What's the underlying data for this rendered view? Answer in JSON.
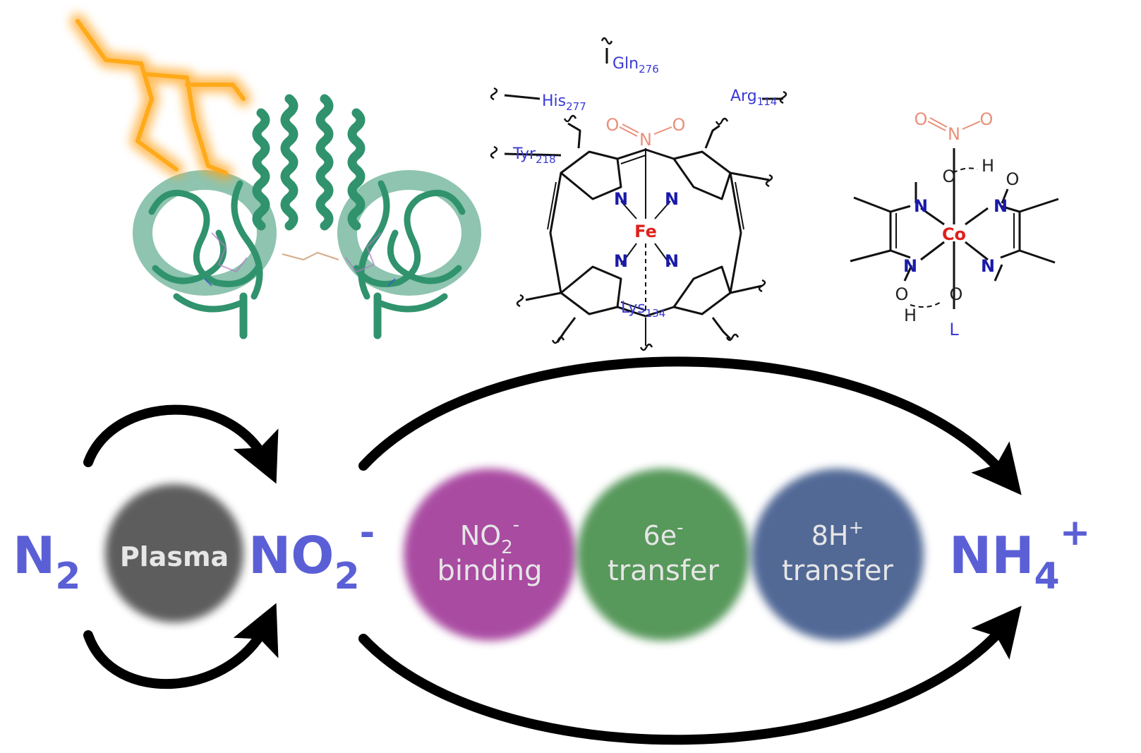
{
  "flow": {
    "reactant": {
      "main": "N",
      "sub": "2"
    },
    "intermediate": {
      "main": "NO",
      "sub": "2",
      "sup": "-"
    },
    "product": {
      "main": "NH",
      "sub": "4",
      "sup": "+"
    },
    "plasma_label": "Plasma",
    "steps": [
      {
        "main": "NO",
        "sub": "2",
        "sup": "-",
        "line2": "binding",
        "color": "#a5439d"
      },
      {
        "main": "6e",
        "sup": "-",
        "line2": "transfer",
        "color": "#3f8a45"
      },
      {
        "main": "8H",
        "sup": "+",
        "line2": "transfer",
        "color": "#3a5588"
      }
    ],
    "plasma_color": "#555555",
    "species_color": "#5b5fd6"
  },
  "heme": {
    "metal": "Fe",
    "nitrogen": "N",
    "oxygen": "O",
    "residues": [
      {
        "name": "Gln",
        "sub": "276"
      },
      {
        "name": "His",
        "sub": "277"
      },
      {
        "name": "Arg",
        "sub": "114"
      },
      {
        "name": "Tyr",
        "sub": "218"
      },
      {
        "name": "Lys",
        "sub": "134"
      }
    ],
    "residue_color": "#3a3ad6",
    "metal_color": "#e0201c",
    "nitro_color": "#e8907a"
  },
  "cobaloxime": {
    "metal": "Co",
    "nitrogen": "N",
    "oxygen": "O",
    "hydrogen": "H",
    "axial_ligand": "L"
  },
  "protein": {
    "ribbon_color": "#1f8a62",
    "glow_color": "#ffa31a"
  }
}
